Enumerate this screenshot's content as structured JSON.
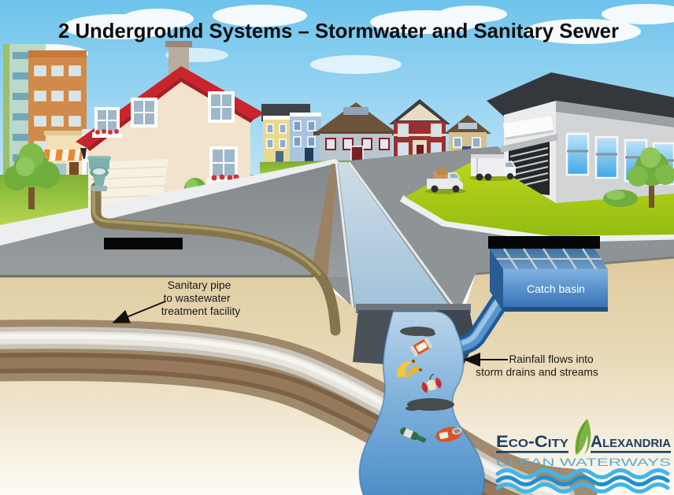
{
  "title": "2 Underground Systems – Stormwater and Sanitary Sewer",
  "annotations": {
    "sanitary": {
      "lines": [
        "Sanitary pipe",
        "to wastewater",
        "treatment facility"
      ]
    },
    "rainfall": {
      "lines": [
        "Rainfall flows into",
        "storm drains and streams"
      ]
    },
    "catch_basin": "Catch basin"
  },
  "logo": {
    "brand_left": "Eco-City",
    "brand_right": "Alexandria",
    "tagline": "CLEAN WATERWAYS"
  },
  "icons": {
    "logo_leaf": "fern-leaf-icon",
    "toilet": "toilet-icon",
    "trash_items": [
      "oil-slick-icon",
      "soda-can-icon",
      "banana-peel-icon",
      "apple-core-icon",
      "bottle-icon",
      "crushed-can-icon"
    ],
    "vehicles": [
      "pickup-truck-icon",
      "box-truck-icon"
    ]
  },
  "colors": {
    "sky": "#6ec3ec",
    "grass": "#8cc23d",
    "lawn": "#a6ca15",
    "road": "#8d9295",
    "soil": "#e2cfa4",
    "pipe_brown": "#8a7052",
    "stream_blue": "#5b9bd0",
    "catch_basin_blue": "#3f86c8",
    "house_roof_red": "#c9252c",
    "brand_navy": "#1c3e63",
    "tagline_blue": "#5ea9cf",
    "wave_blue": "#2aa9e0",
    "title_text": "#0d0d0d"
  }
}
